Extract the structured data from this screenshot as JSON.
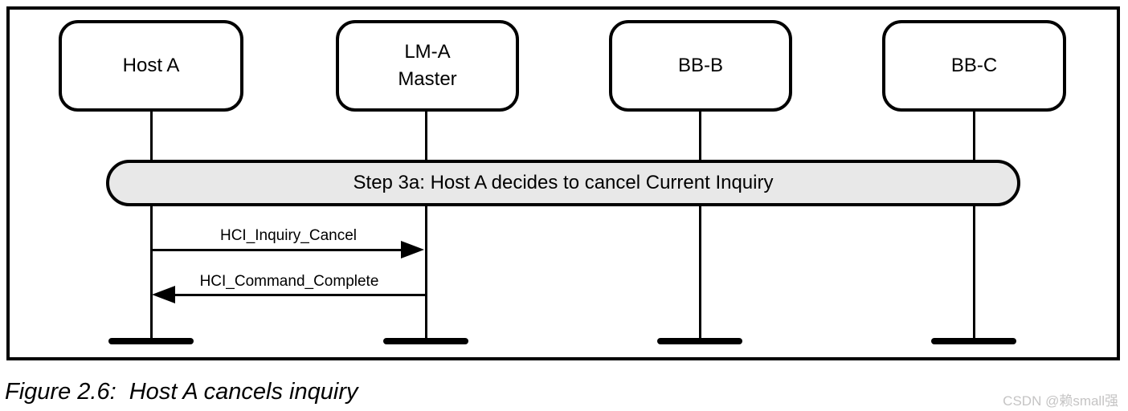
{
  "figure": {
    "entities": [
      {
        "id": "host-a",
        "label": "Host A"
      },
      {
        "id": "lm-a",
        "label": "LM-A\nMaster"
      },
      {
        "id": "bb-b",
        "label": "BB-B"
      },
      {
        "id": "bb-c",
        "label": "BB-C"
      }
    ],
    "banner": {
      "text": "Step 3a: Host A decides to cancel Current Inquiry",
      "fill": "#e8e8e8"
    },
    "messages": [
      {
        "label": "HCI_Inquiry_Cancel",
        "from": "host-a",
        "to": "lm-a",
        "direction": "right"
      },
      {
        "label": "HCI_Command_Complete",
        "from": "lm-a",
        "to": "host-a",
        "direction": "left"
      }
    ],
    "caption": "Figure 2.6:  Host A cancels inquiry",
    "watermark": "CSDN @赖small强",
    "colors": {
      "line": "#000000",
      "banner_fill": "#e8e8e8",
      "watermark": "#c5c4c4"
    }
  }
}
